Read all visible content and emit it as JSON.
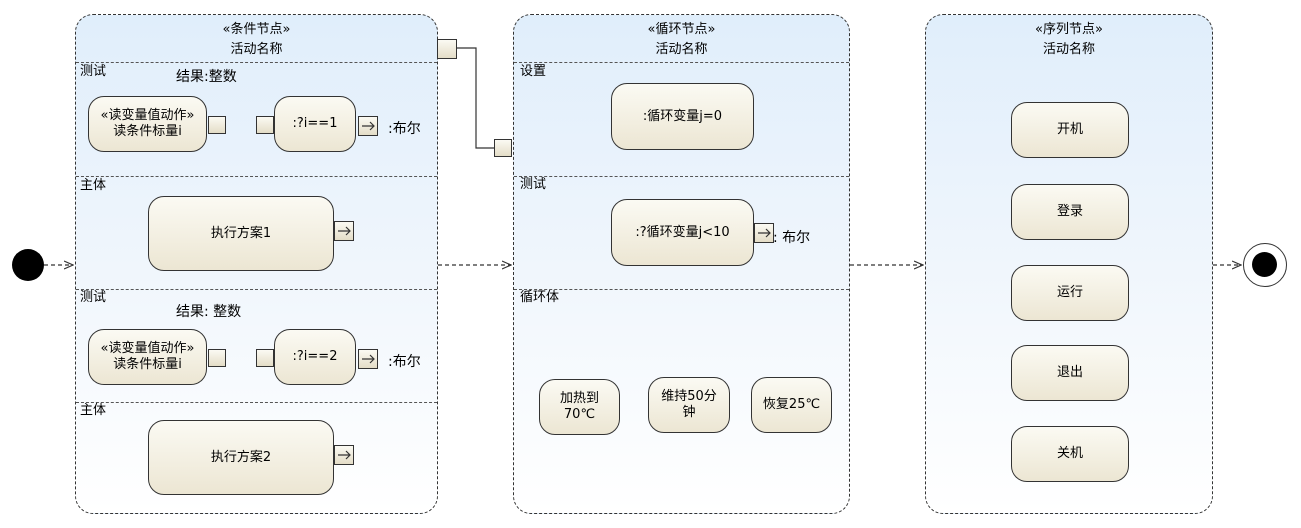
{
  "conditional_node": {
    "stereotype": "«条件节点»",
    "name": "活动名称",
    "clauses": [
      {
        "test_label": "测试",
        "result_label": "结果:整数",
        "read_action_stereotype": "«读变量值动作»",
        "read_action_name": "读条件标量i",
        "test_action": ":?i==1",
        "output_type": ":布尔",
        "body_label": "主体",
        "body_action": "执行方案1"
      },
      {
        "test_label": "测试",
        "result_label": "结果: 整数",
        "read_action_stereotype": "«读变量值动作»",
        "read_action_name": "读条件标量i",
        "test_action": ":?i==2",
        "output_type": ":布尔",
        "body_label": "主体",
        "body_action": "执行方案2"
      }
    ]
  },
  "loop_node": {
    "stereotype": "«循环节点»",
    "name": "活动名称",
    "setup_label": "设置",
    "setup_action": ":循环变量j=0",
    "test_label": "测试",
    "test_action": ":?循环变量j<10",
    "test_output": ": 布尔",
    "body_label": "循环体",
    "body_actions": [
      "加热到\n70℃",
      "维持50分\n钟",
      "恢复25℃"
    ]
  },
  "sequence_node": {
    "stereotype": "«序列节点»",
    "name": "活动名称",
    "actions": [
      "开机",
      "登录",
      "运行",
      "退出",
      "关机"
    ]
  }
}
